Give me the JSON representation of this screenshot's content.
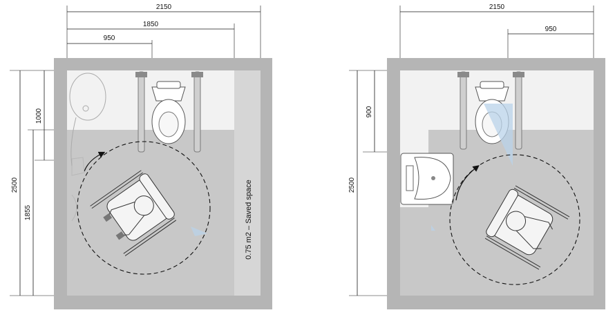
{
  "plans": [
    {
      "id": "left",
      "dims_top": [
        "2150",
        "1850",
        "950"
      ],
      "dims_left": [
        "2500",
        "1000",
        "1855"
      ],
      "annotation": "0.75 m2 – Saved space"
    },
    {
      "id": "right",
      "dims_top": [
        "2150",
        "950"
      ],
      "dims_left": [
        "2500",
        "900"
      ],
      "annotation": ""
    }
  ],
  "colors": {
    "wall": "#b5b5b5",
    "floor_light": "#f2f2f2",
    "floor_grey": "#c8c8c8",
    "highlight_blue": "#b9d3ea"
  },
  "icons": [
    "toilet-icon",
    "grab-bar-icon",
    "wheelchair-icon",
    "washbasin-icon",
    "turning-circle-icon",
    "rotation-arrow-icon"
  ]
}
